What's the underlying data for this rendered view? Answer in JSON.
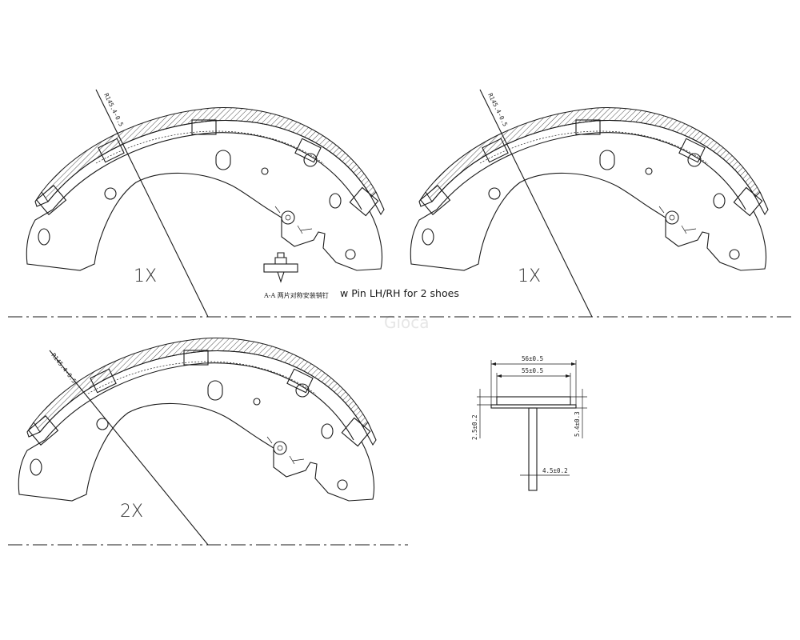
{
  "shoes": [
    {
      "radius_label": "R145.4-0.5",
      "quantity_label": "1X"
    },
    {
      "radius_label": "R145.4-0.5",
      "quantity_label": "1X"
    },
    {
      "radius_label": "R145.4-0.5",
      "quantity_label": "2X"
    }
  ],
  "rivet_note_cn": "A-A 两片对称安装销钉",
  "install_note": "w Pin LH/RH for 2 shoes",
  "section": {
    "width_overall": "56±0.5",
    "width_lining": "55±0.5",
    "web_height_left": "2.5±0.2",
    "web_height_right": "5.4±0.3",
    "web_thickness": "4.5±0.2"
  },
  "watermark": "Gioca"
}
